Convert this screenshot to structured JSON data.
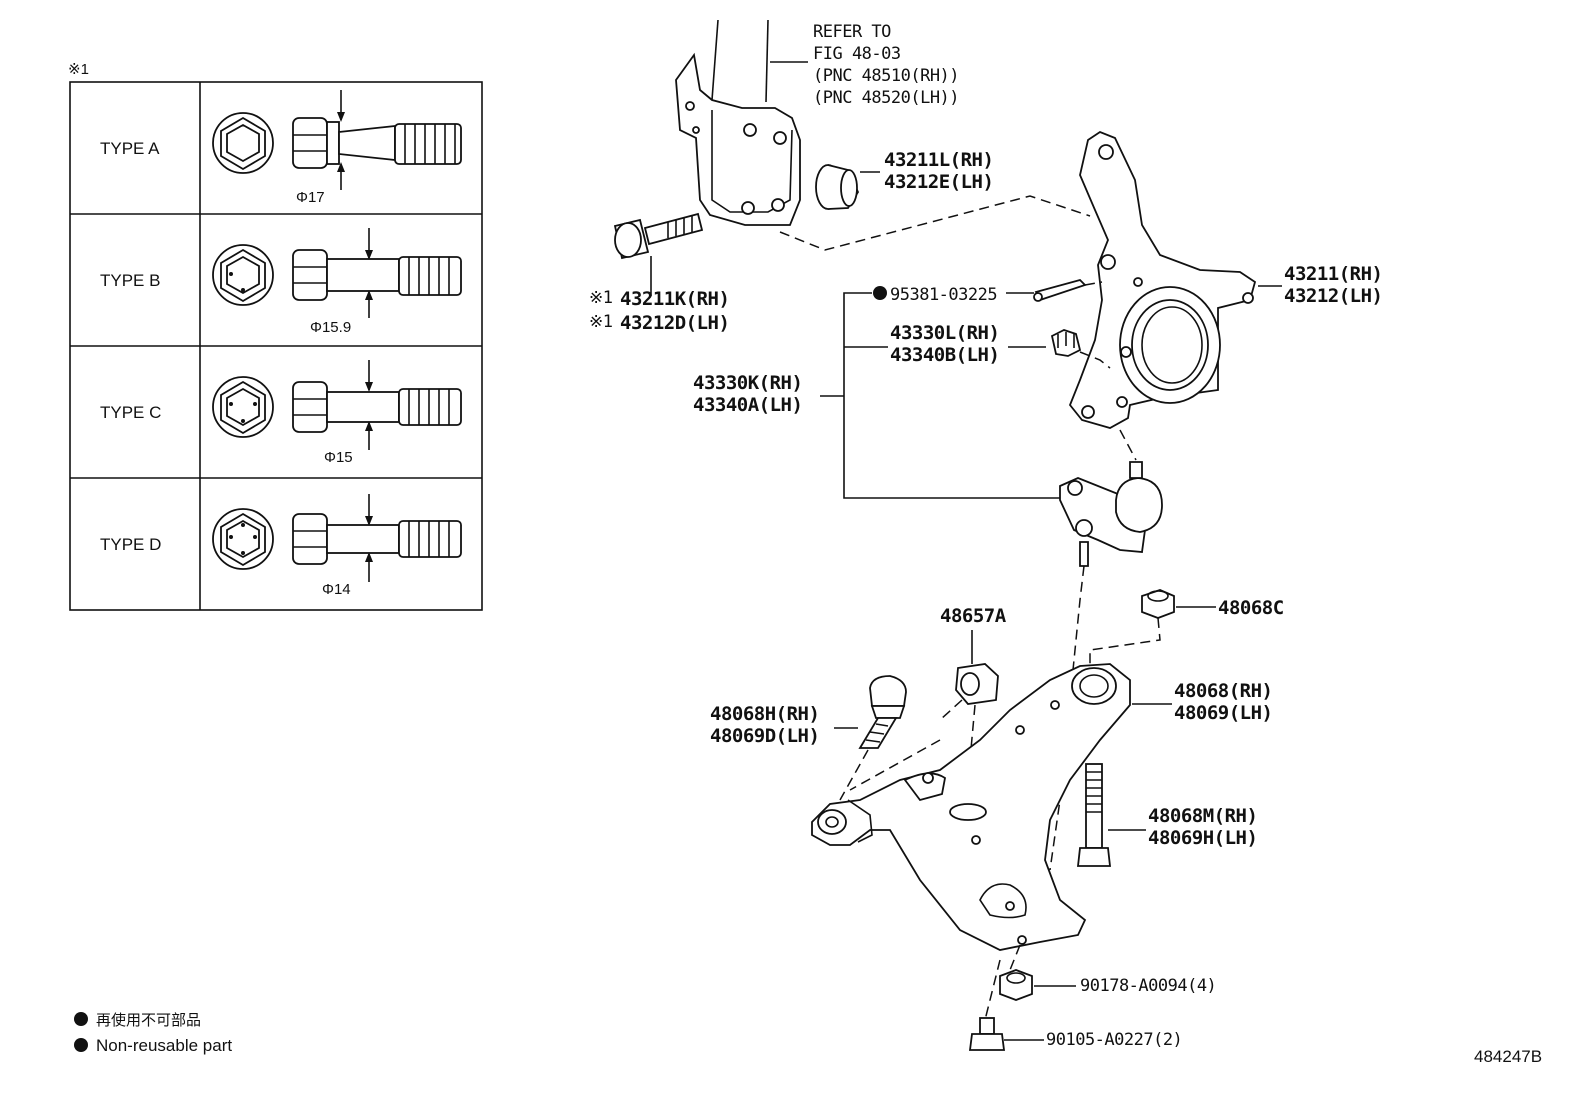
{
  "note_mark": "※1",
  "bolt_types": [
    {
      "label": "TYPE A",
      "dim": "Φ17"
    },
    {
      "label": "TYPE B",
      "dim": "Φ15.9"
    },
    {
      "label": "TYPE C",
      "dim": "Φ15"
    },
    {
      "label": "TYPE D",
      "dim": "Φ14"
    }
  ],
  "refer": [
    "REFER TO",
    "FIG 48-03",
    "(PNC 48510(RH))",
    "(PNC 48520(LH))"
  ],
  "parts": {
    "p43211L": "43211L(RH)",
    "p43212E": "43212E(LH)",
    "p43211K": "43211K(RH)",
    "p43212D": "43212D(LH)",
    "p43211": "43211(RH)",
    "p43212": "43212(LH)",
    "p95381": "95381-03225",
    "p43330L": "43330L(RH)",
    "p43340B": "43340B(LH)",
    "p43330K": "43330K(RH)",
    "p43340A": "43340A(LH)",
    "p48068C": "48068C",
    "p48657A": "48657A",
    "p48068": "48068(RH)",
    "p48069": "48069(LH)",
    "p48068H": "48068H(RH)",
    "p48069D": "48069D(LH)",
    "p48068M": "48068M(RH)",
    "p48069H": "48069H(LH)",
    "p90178": "90178-A0094(4)",
    "p90105": "90105-A0227(2)"
  },
  "ref_mark": "※1",
  "legend": {
    "jp": "再使用不可部品",
    "en": "Non-reusable part"
  },
  "figure_id": "484247B"
}
